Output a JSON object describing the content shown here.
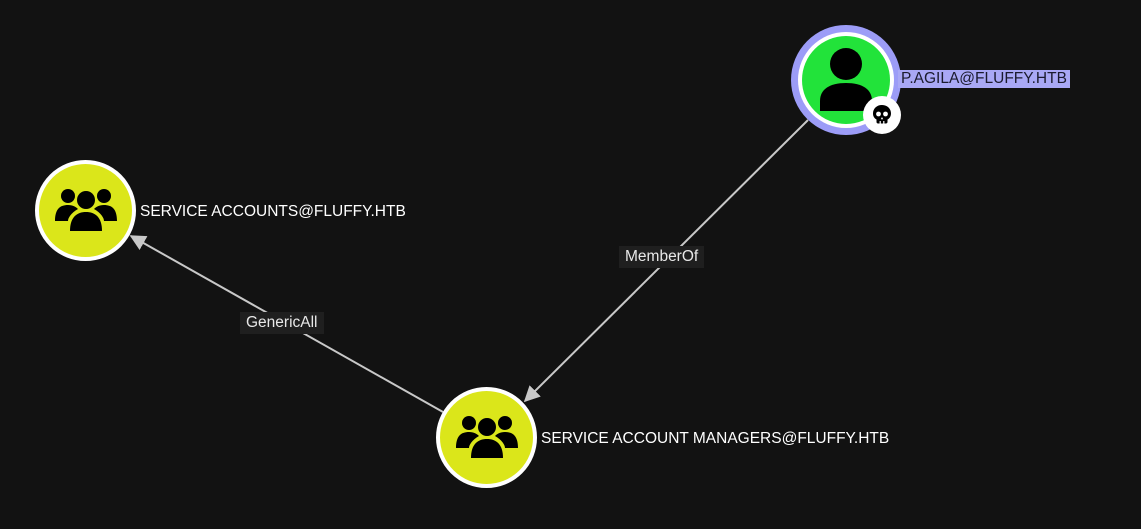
{
  "colors": {
    "background": "#121212",
    "group_fill": "#dbe61a",
    "user_fill": "#22e33a",
    "selection_ring": "#9c9cf7",
    "edge": "#c8c8c8",
    "label_highlight": "#a9a8f5"
  },
  "nodes": [
    {
      "id": "service-accounts",
      "label": "SERVICE ACCOUNTS@FLUFFY.HTB",
      "kind": "group",
      "icon": "group-icon",
      "selected": false
    },
    {
      "id": "service-account-managers",
      "label": "SERVICE ACCOUNT MANAGERS@FLUFFY.HTB",
      "kind": "group",
      "icon": "group-icon",
      "selected": false
    },
    {
      "id": "p-agila",
      "label": "P.AGILA@FLUFFY.HTB",
      "kind": "user",
      "icon": "user-icon",
      "selected": true,
      "badge": "skull-icon"
    }
  ],
  "edges": [
    {
      "from": "p-agila",
      "to": "service-account-managers",
      "label": "MemberOf"
    },
    {
      "from": "service-account-managers",
      "to": "service-accounts",
      "label": "GenericAll"
    }
  ]
}
